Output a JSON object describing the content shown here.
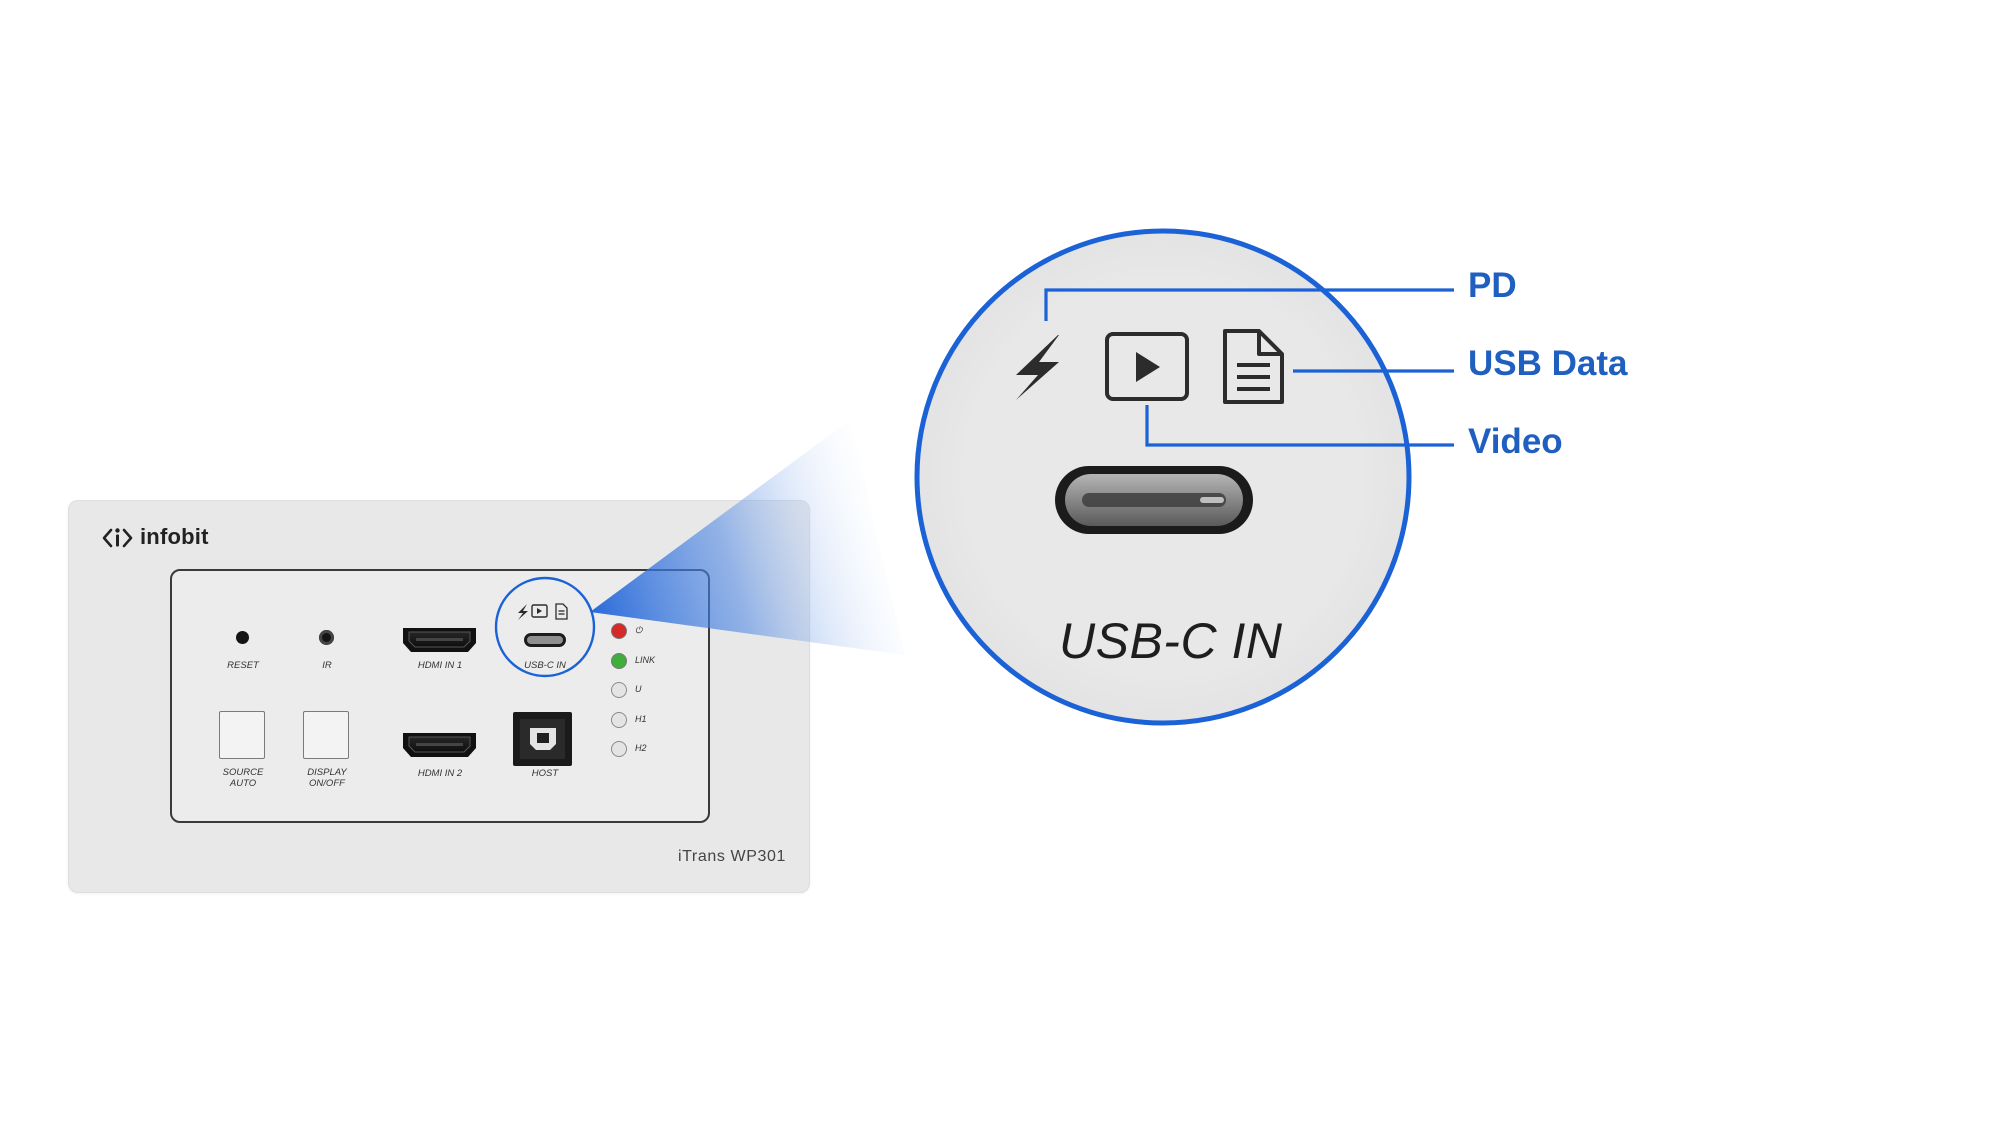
{
  "brand": {
    "name": "infobit",
    "logo": "infobit-bracket-logo"
  },
  "device": {
    "model": "iTrans WP301",
    "labels": {
      "reset": "RESET",
      "ir": "IR",
      "hdmi_in_1": "HDMI IN 1",
      "hdmi_in_2": "HDMI IN 2",
      "usb_c_in": "USB-C IN",
      "host": "HOST",
      "source_auto_1": "SOURCE",
      "source_auto_2": "AUTO",
      "display_onoff_1": "DISPLAY",
      "display_onoff_2": "ON/OFF"
    },
    "leds": [
      {
        "label": "⏻",
        "color": "#d42a2a",
        "name": "power"
      },
      {
        "label": "LINK",
        "color": "#3fae3a",
        "name": "link"
      },
      {
        "label": "U",
        "color": "#e4e4e6",
        "name": "u"
      },
      {
        "label": "H1",
        "color": "#e4e4e6",
        "name": "h1"
      },
      {
        "label": "H2",
        "color": "#e4e4e6",
        "name": "h2"
      }
    ]
  },
  "callout": {
    "port_label": "USB-C IN",
    "features": {
      "pd": "PD",
      "usb_data": "USB Data",
      "video": "Video"
    },
    "icons": [
      "lightning-icon",
      "play-icon",
      "document-icon"
    ],
    "accent_color": "#1f5fbf"
  }
}
